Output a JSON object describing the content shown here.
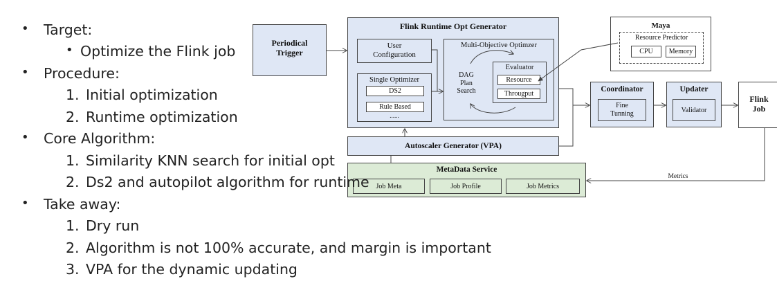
{
  "slide": {
    "bullets": [
      {
        "text": "Target:",
        "sub": [
          {
            "marker": "•",
            "text": "Optimize the Flink job"
          }
        ]
      },
      {
        "text": "Procedure:",
        "sub": [
          {
            "marker": "1.",
            "text": "Initial optimization"
          },
          {
            "marker": "2.",
            "text": "Runtime optimization"
          }
        ]
      },
      {
        "text": "Core Algorithm:",
        "sub": [
          {
            "marker": "1.",
            "text": "Similarity KNN search  for initial opt"
          },
          {
            "marker": "2.",
            "text": "Ds2 and autopilot algorithm for runtime"
          }
        ]
      },
      {
        "text": "Take away:",
        "sub": [
          {
            "marker": "1.",
            "text": "Dry run"
          },
          {
            "marker": "2.",
            "text": "Algorithm is not 100% accurate, and margin is important"
          },
          {
            "marker": "3.",
            "text": "VPA for the dynamic updating"
          }
        ]
      }
    ]
  },
  "diagram": {
    "periodical_trigger": "Periodical Trigger",
    "generator_title": "Flink Runtime Opt Generator",
    "user_configuration": "User Configuration",
    "single_optimizer": "Single Optimizer",
    "ds2": "DS2",
    "rule_based": "Rule Based",
    "ellipsis": "......",
    "multi_objective": "Multi-Objective Optimzer",
    "dag_plan_search": "DAG Plan Search",
    "evaluator": "Evaluator",
    "resource": "Resource",
    "throughput": "Througput",
    "maya": "Maya",
    "resource_predictor": "Resource Predictor",
    "cpu": "CPU",
    "memory": "Memory",
    "coordinator": "Coordinator",
    "fine_tuning": "Fine Tunning",
    "updater": "Updater",
    "validator": "Validator",
    "flink_job": "Flink Job",
    "autoscaler": "Autoscaler Generator (VPA)",
    "metadata_service": "MetaData Service",
    "job_meta": "Job Meta",
    "job_profile": "Job Profile",
    "job_metrics": "Job Metrics",
    "metrics": "Metrics"
  }
}
